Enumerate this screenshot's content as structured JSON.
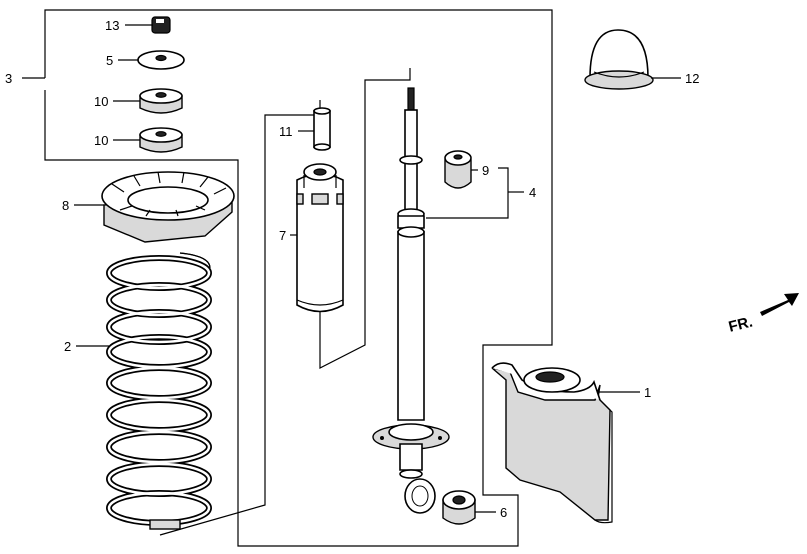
{
  "diagram": {
    "callouts": {
      "c1": "1",
      "c2": "2",
      "c3": "3",
      "c4": "4",
      "c5": "5",
      "c6": "6",
      "c7": "7",
      "c8": "8",
      "c9": "9",
      "c10a": "10",
      "c10b": "10",
      "c11": "11",
      "c12": "12",
      "c13": "13"
    },
    "direction_label": "FR."
  }
}
